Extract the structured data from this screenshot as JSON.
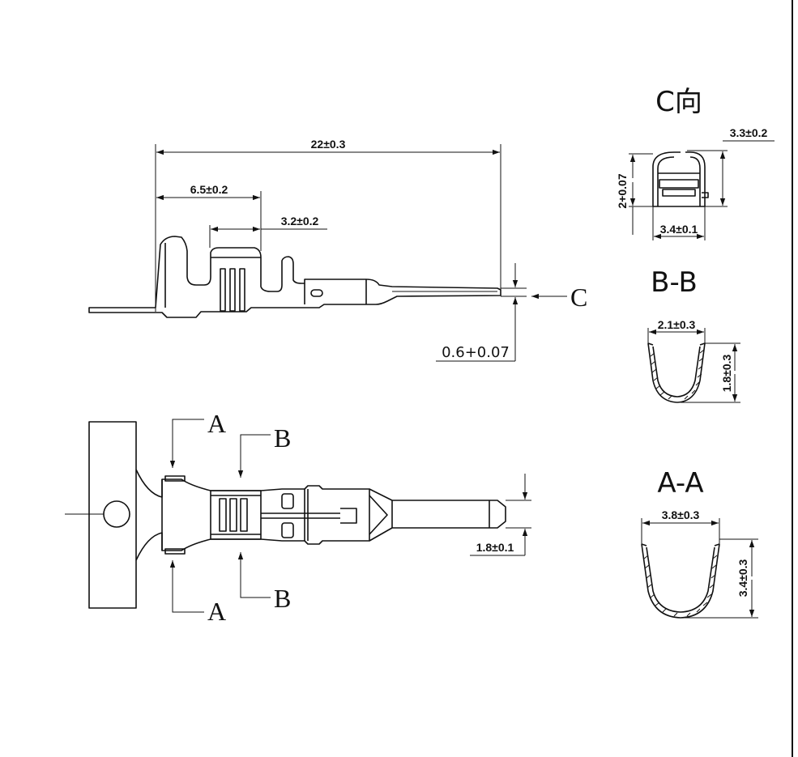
{
  "dimensions": {
    "overall_length": "22±0.3",
    "first_section": "6.5±0.2",
    "crimp_section": "3.2±0.2",
    "pin_thickness": "0.6+0.07",
    "pin_width": "1.8±0.1",
    "c_view_width_top": "3.3±0.2",
    "c_view_height": "2+0.07",
    "c_view_width": "3.4±0.1",
    "bb_width": "2.1±0.3",
    "bb_height": "1.8±0.3",
    "aa_width": "3.8±0.3",
    "aa_height": "3.4±0.3"
  },
  "section_labels": {
    "view_arrow": "C",
    "a_top": "A",
    "a_bottom": "A",
    "b_top": "B",
    "b_bottom": "B"
  },
  "view_titles": {
    "c_view": "C向",
    "bb_view": "B-B",
    "aa_view": "A-A"
  }
}
